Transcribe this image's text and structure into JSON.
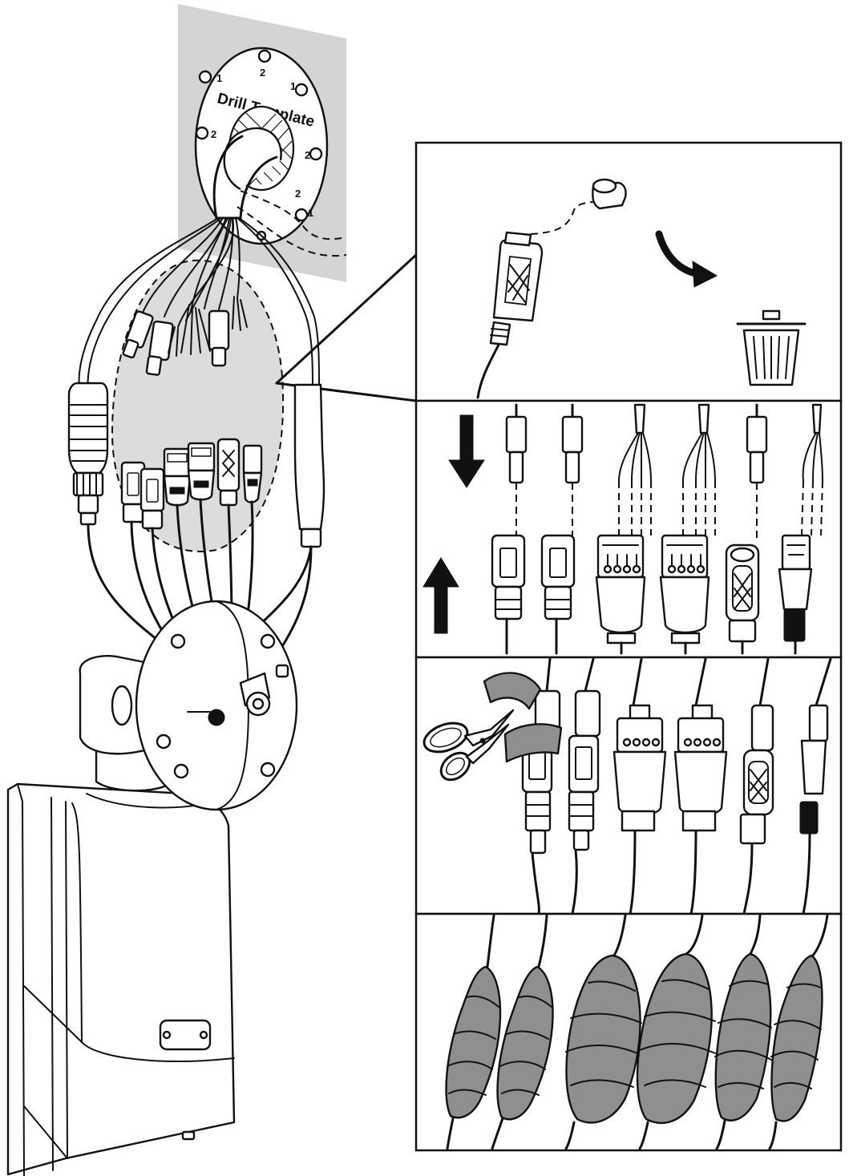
{
  "drill_template": {
    "label": "Drill Template",
    "hole_numbers": [
      "1",
      "2",
      "1",
      "2",
      "2",
      "1",
      "2"
    ]
  },
  "colors": {
    "line": "#111111",
    "wall": "#d4d4d4",
    "zoom_area": "#dcdcdc",
    "tape": "#8f8f8f"
  },
  "panels": [
    {
      "step": "remove-cap-and-discard"
    },
    {
      "step": "connect-cables"
    },
    {
      "step": "cut-tape"
    },
    {
      "step": "wrap-connections"
    }
  ]
}
